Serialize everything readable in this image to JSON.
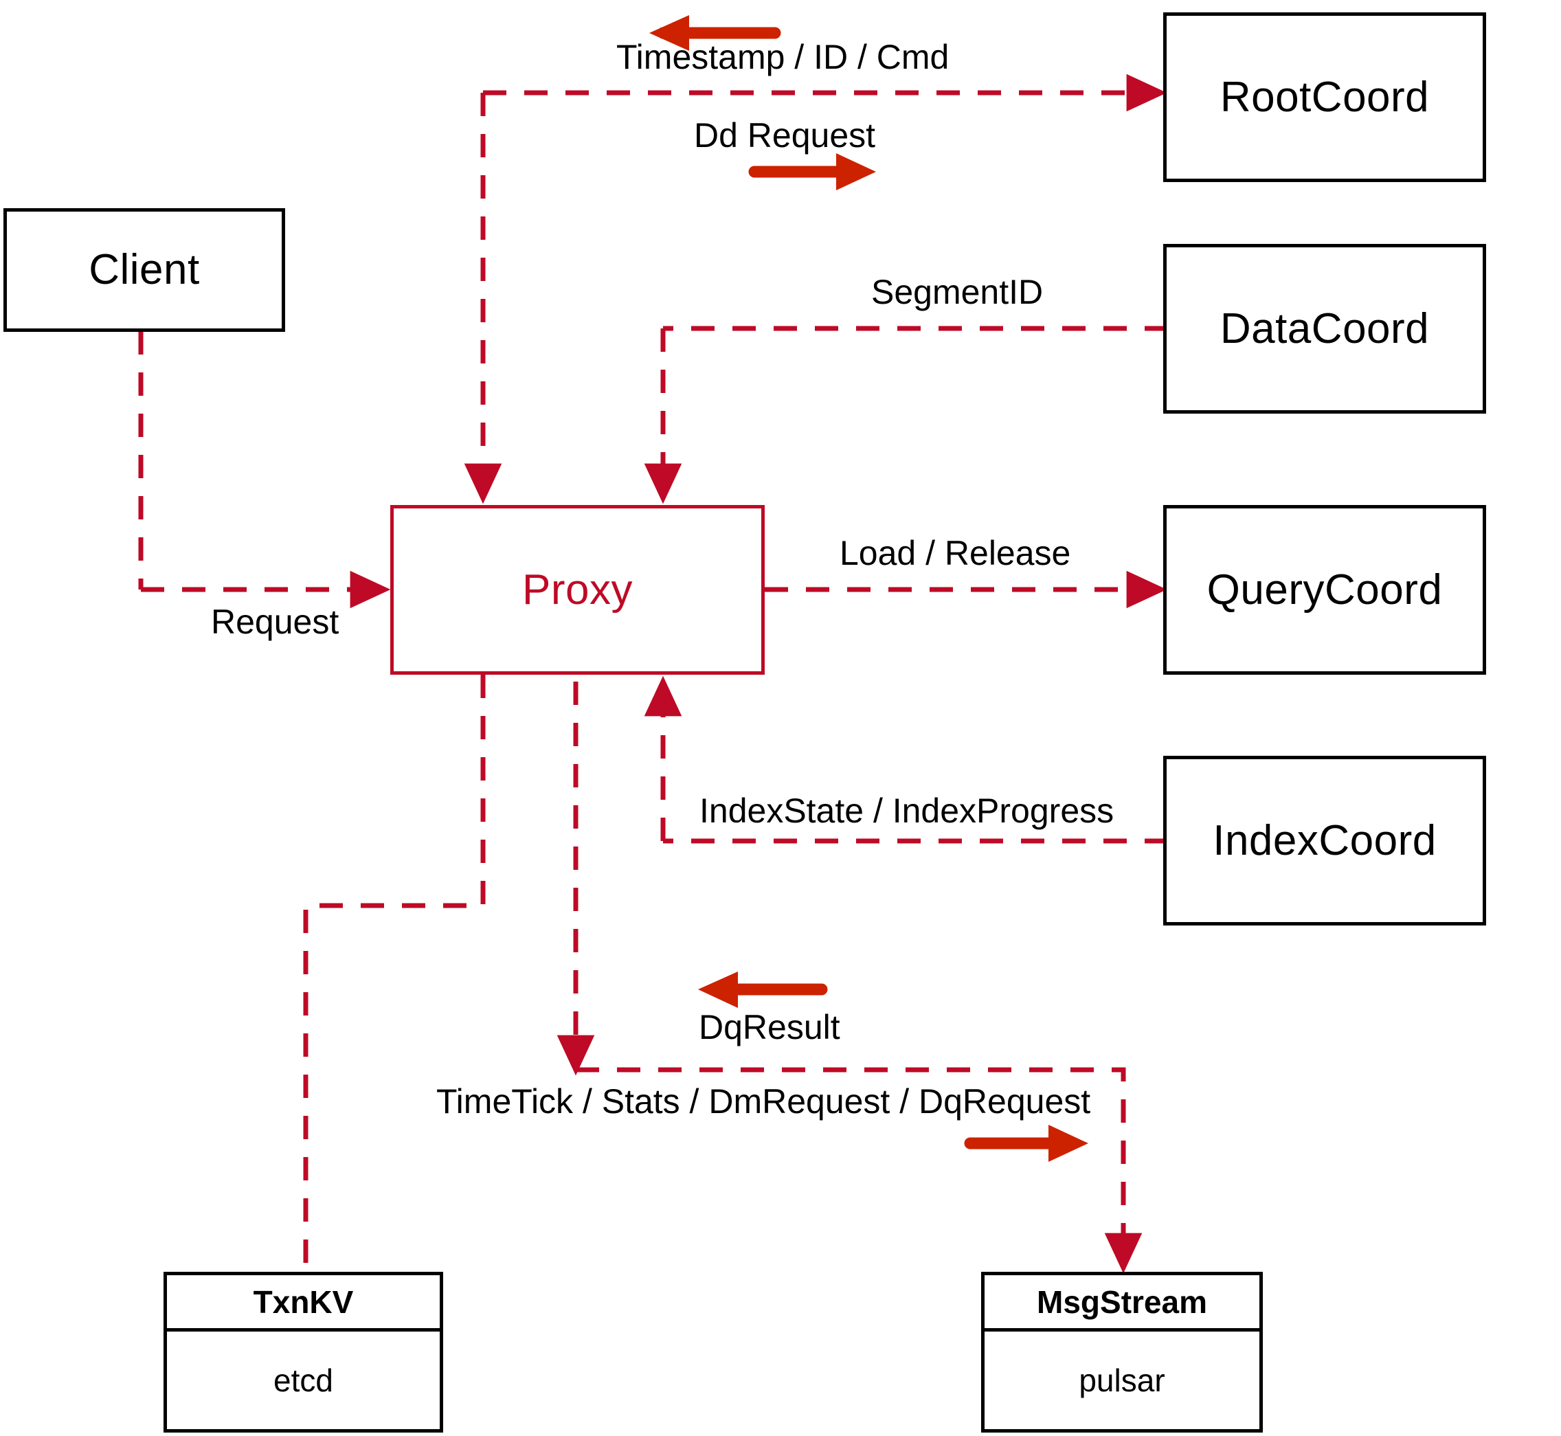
{
  "diagram": {
    "title": "Proxy component interaction diagram",
    "colors": {
      "node_stroke": "#000000",
      "accent_stroke": "#BE0A26",
      "dashed_edge": "#BE0A26",
      "solid_arrow": "#CC2200",
      "background": "#FFFFFF",
      "text": "#000000"
    }
  },
  "nodes": {
    "client": {
      "label": "Client"
    },
    "proxy": {
      "label": "Proxy"
    },
    "root_coord": {
      "label": "RootCoord"
    },
    "data_coord": {
      "label": "DataCoord"
    },
    "query_coord": {
      "label": "QueryCoord"
    },
    "index_coord": {
      "label": "IndexCoord"
    },
    "txn_kv": {
      "header": "TxnKV",
      "body": "etcd"
    },
    "msg_stream": {
      "header": "MsgStream",
      "body": "pulsar"
    }
  },
  "edge_labels": {
    "timestamp_id_cmd": "Timestamp / ID / Cmd",
    "dd_request": "Dd Request",
    "segment_id": "SegmentID",
    "request": "Request",
    "load_release": "Load / Release",
    "index_state_progress": "IndexState / IndexProgress",
    "dq_result": "DqResult",
    "timetick_stats_dm_dq": "TimeTick / Stats / DmRequest / DqRequest"
  }
}
